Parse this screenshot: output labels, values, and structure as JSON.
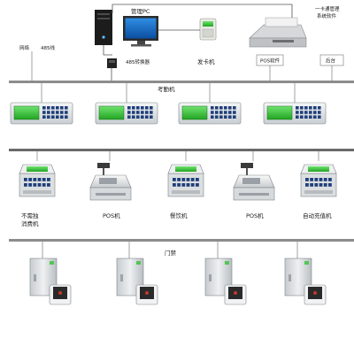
{
  "top": {
    "pc_label": "管理PC",
    "card_issuer_label": "发卡机",
    "converter_label": "485转换器",
    "network_label": "网络",
    "rs485_label": "485线",
    "printer_label": "一卡通管理\n系统软件",
    "printer_label_line1": "一卡通管理",
    "printer_label_line2": "系统软件",
    "software_box_label": "POS软件",
    "right_box_label": "后台"
  },
  "attendance": {
    "bus_label": "考勤机",
    "devices": [
      "attendance-terminal",
      "attendance-terminal",
      "attendance-terminal",
      "attendance-terminal"
    ]
  },
  "consumption": {
    "devices": [
      {
        "label_line1": "不需独",
        "label_line2": "消费机"
      },
      {
        "label_line1": "POS机",
        "label_line2": ""
      },
      {
        "label_line1": "餐饮机",
        "label_line2": ""
      },
      {
        "label_line1": "POS机",
        "label_line2": ""
      },
      {
        "label_line1": "自动充值机",
        "label_line2": ""
      }
    ]
  },
  "access": {
    "bus_label": "门禁"
  },
  "colors": {
    "bus": "#8c8c8c",
    "lcd": "#3cc83c",
    "keypad": "#1f3f7a",
    "monitor": "#1565c0",
    "panel": "#d9dde0",
    "reader": "#2a2a2a"
  }
}
